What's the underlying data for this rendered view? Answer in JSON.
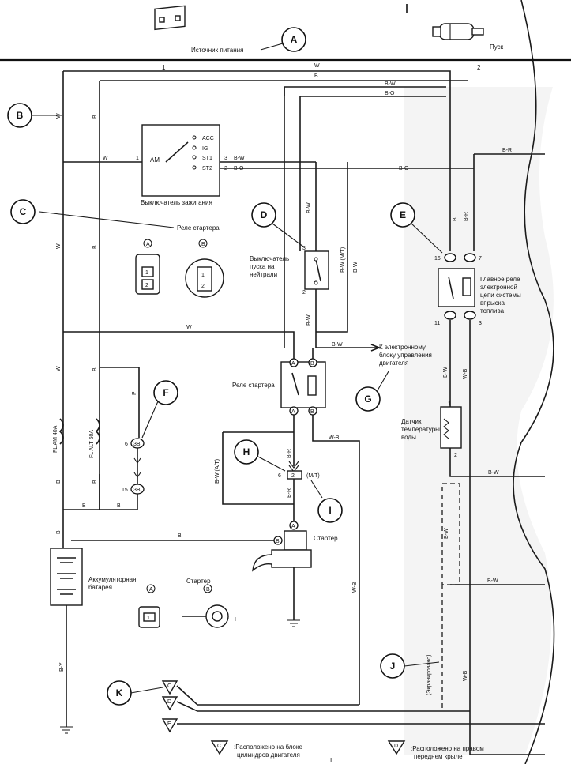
{
  "header": {
    "power_source_label": "Источник питания",
    "start_label": "Пуск",
    "section_1": "1",
    "section_2": "2",
    "top_marker": "I"
  },
  "callouts": [
    "A",
    "B",
    "C",
    "D",
    "E",
    "F",
    "G",
    "H",
    "I",
    "J",
    "K"
  ],
  "components": {
    "ignition_switch": {
      "caption": "Выключатель зажигания",
      "terminals": [
        "ACC",
        "IG",
        "ST1",
        "ST2"
      ],
      "am_label": "AM",
      "pin_am": "1",
      "pin_st1": "3",
      "pin_st2": "2"
    },
    "starter_relay_top_caption": "Реле стартера",
    "connector_a": "A",
    "connector_b": "B",
    "connector_pins": [
      "1",
      "2"
    ],
    "neutral_switch": {
      "caption_lines": [
        "Выключатель",
        "пуска на",
        "нейтрали"
      ],
      "pin_top": "3",
      "pin_bottom": "2",
      "side_label": "B-W (M/T)"
    },
    "efi_relay": {
      "caption_lines": [
        "Главное реле",
        "электронной",
        "цепи системы",
        "впрыска",
        "топлива"
      ],
      "pins": [
        "16",
        "7",
        "11",
        "3"
      ]
    },
    "ecu_note_lines": [
      "К электронному",
      "блоку управления",
      "двигателя"
    ],
    "starter_relay": {
      "caption": "Реле стартера"
    },
    "water_sensor": {
      "caption_lines": [
        "Датчик",
        "температуры",
        "воды"
      ],
      "pins": [
        "1",
        "2"
      ]
    },
    "fusible_links": [
      "FL AM 40A",
      "FL ALT 60A"
    ],
    "connector_3b": {
      "label": "3B",
      "pins": [
        "6",
        "15"
      ]
    },
    "connector_h": {
      "label": "2",
      "pin": "6",
      "mt": "(M/T)"
    },
    "starter": {
      "caption": "Стартер",
      "term_a": "A",
      "term_b": "B"
    },
    "battery": {
      "caption_lines": [
        "Аккумуляторная",
        "батарея"
      ]
    },
    "starter_connectors": {
      "caption": "Стартер",
      "a": "A",
      "b": "B",
      "pin": "1",
      "ring_pin": "I"
    },
    "shielded_label": "(Экранировано)"
  },
  "wire_colors": {
    "w": "W",
    "b": "B",
    "bw": "B-W",
    "bo": "B-O",
    "br": "B-R",
    "wb": "W-B",
    "by": "B-Y",
    "p": "P",
    "bw_at": "B-W (A/T)"
  },
  "grounds": {
    "c": "C",
    "d": "D",
    "e": "E"
  },
  "legend": [
    {
      "symbol": "C",
      "text_lines": [
        ":Расположено на блоке",
        "цилиндров двигателя"
      ]
    },
    {
      "symbol": "D",
      "text_lines": [
        ":Расположено на правом",
        "переднем крыле"
      ]
    }
  ],
  "bottom_marker": "I"
}
